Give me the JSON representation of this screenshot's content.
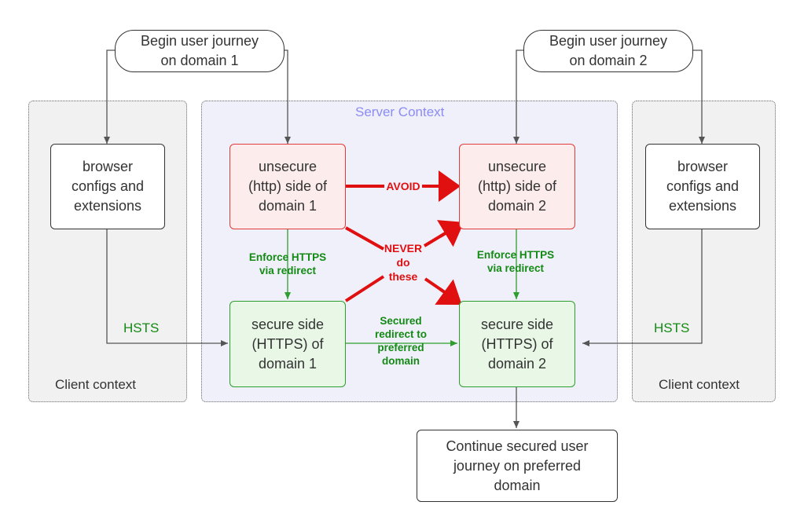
{
  "regions": {
    "server_context": "Server Context",
    "client_context_left": "Client context",
    "client_context_right": "Client context"
  },
  "nodes": {
    "begin_domain1": "Begin user journey\non domain 1",
    "begin_domain2": "Begin user journey\non domain 2",
    "browser_left": "browser\nconfigs and\nextensions",
    "browser_right": "browser\nconfigs and\nextensions",
    "unsecure_domain1": "unsecure\n(http) side of\ndomain 1",
    "unsecure_domain2": "unsecure\n(http) side of\ndomain 2",
    "secure_domain1": "secure side\n(HTTPS) of\ndomain 1",
    "secure_domain2": "secure side\n(HTTPS) of\ndomain 2",
    "continue_journey": "Continue secured user\njourney on preferred\ndomain"
  },
  "edge_labels": {
    "avoid": "AVOID",
    "never_do_these": "NEVER\ndo\nthese",
    "enforce_https_left": "Enforce HTTPS\nvia redirect",
    "enforce_https_right": "Enforce HTTPS\nvia redirect",
    "secured_redirect": "Secured\nredirect to\npreferred\ndomain",
    "hsts_left": "HSTS",
    "hsts_right": "HSTS"
  },
  "colors": {
    "server_region": "#f0f0fb",
    "client_region": "#f1f1f1",
    "unsecure_fill": "#fdecec",
    "unsecure_border": "#e03a3a",
    "secure_fill": "#e8f7e6",
    "secure_border": "#2e9e2e",
    "danger_arrow": "#e01010",
    "green_text": "#138a13",
    "server_label": "#8c8cf4"
  }
}
